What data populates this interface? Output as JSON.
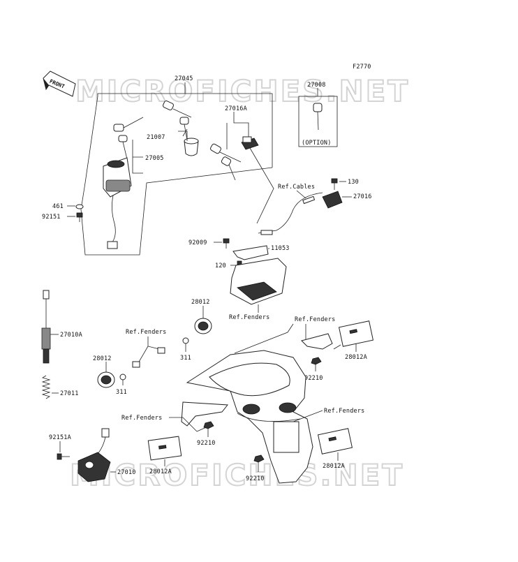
{
  "figure_code": "F2770",
  "watermark": "MICROFICHES.NET",
  "front_arrow_label": "FRONT",
  "option_label": "(OPTION)",
  "labels": {
    "p27045": "27045",
    "p27008": "27008",
    "p27016A": "27016A",
    "p21007": "21007",
    "p27005": "27005",
    "p461": "461",
    "p92151": "92151",
    "p130": "130",
    "p27016": "27016",
    "ref_cables": "Ref.Cables",
    "p92009": "92009",
    "p11053": "11053",
    "p120": "120",
    "ref_fenders_top": "Ref.Fenders",
    "p28012_top": "28012",
    "p27010A": "27010A",
    "ref_fenders_left": "Ref.Fenders",
    "ref_fenders_right": "Ref.Fenders",
    "p28012_left": "28012",
    "p311_a": "311",
    "p311_b": "311",
    "p28012A_right": "28012A",
    "p92210_right": "92210",
    "p27011": "27011",
    "ref_fenders_lower_right": "Ref.Fenders",
    "ref_fenders_lower_left": "Ref.Fenders",
    "p92210_mid": "92210",
    "p92151A": "92151A",
    "p28012A_lower": "28012A",
    "p28012A_left": "28012A",
    "p27010": "27010",
    "p92210_bottom": "92210"
  }
}
